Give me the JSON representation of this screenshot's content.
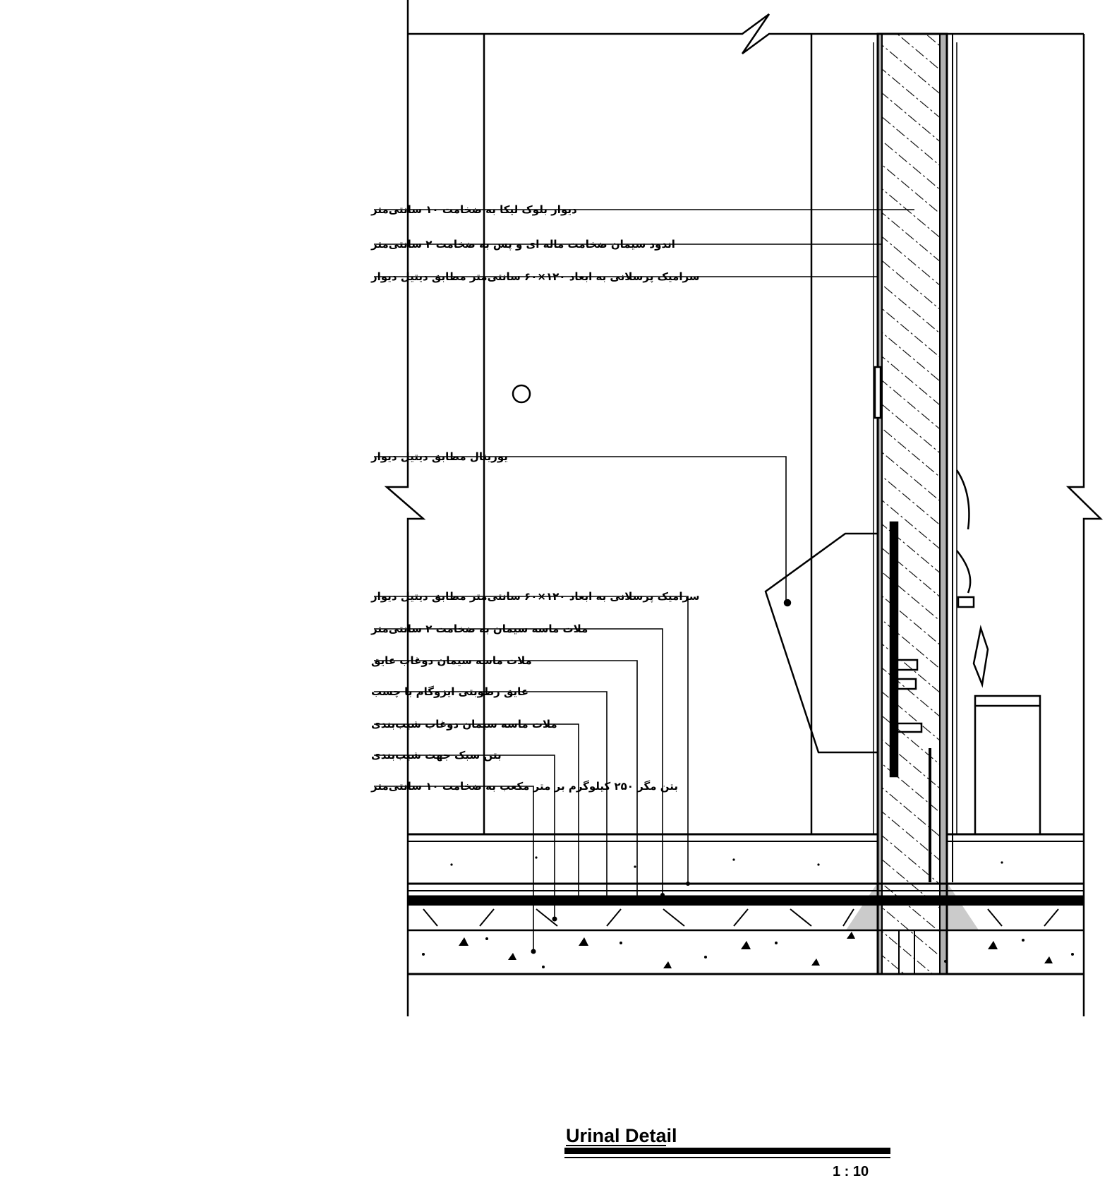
{
  "labels": [
    "دیوار بلوک لیکا به ضخامت ۱۰ سانتی‌متر",
    "اندود سیمان ضخامت ماله ای و پس به ضخامت ۲ سانتی‌متر",
    "سرامیک پرسلانی به ابعاد ۱۲۰×۶۰ سانتی‌متر مطابق دیتیل دیوار",
    "یوریتال مطابق دیتیل دیوار",
    "سرامیک پرسلانی به ابعاد ۱۲۰×۶۰ سانتی‌متر مطابق دیتیل دیوار",
    "ملات ماسه سیمان به ضخامت ۲ سانتی‌متر",
    "ملات ماسه سیمان دوغاب عایق",
    "عایق رطوبتی ایزوگام با چسب",
    "ملات ماسه سیمان دوغاب شیب‌بندی",
    "بتن سبک جهت شیب‌بندی",
    "بتن مگر ۲۵۰ کیلوگرم بر متر مکعب به ضخامت ۱۰ سانتی‌متر"
  ],
  "title": "Urinal Detail",
  "scale": "1 : 10"
}
